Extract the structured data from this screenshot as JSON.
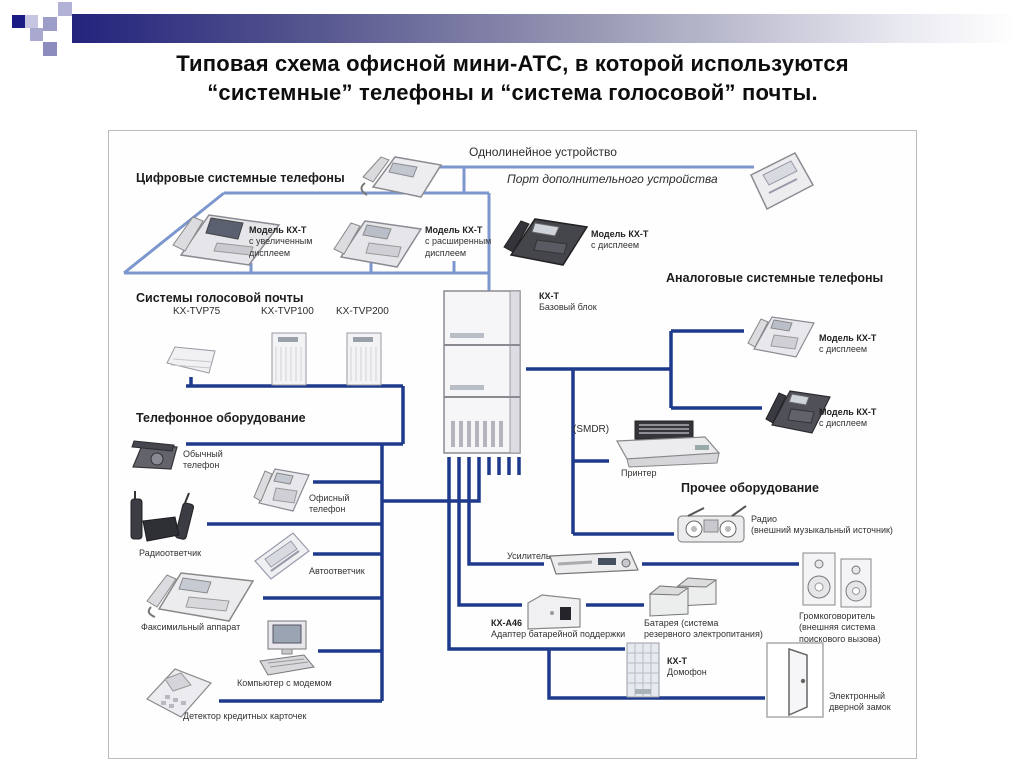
{
  "title": {
    "line1": "Типовая схема офисной мини-АТС, в которой используются",
    "line2": "“системные” телефоны и “система голосовой” почты."
  },
  "headers": {
    "digital": "Цифровые системные телефоны",
    "voicemail": "Системы голосовой почты",
    "analog": "Аналоговые системные телефоны",
    "equipment": "Телефонное оборудование",
    "other": "Прочее оборудование"
  },
  "top_labels": {
    "single_line_device": "Однолинейное устройство",
    "aux_device_port": "Порт дополнительного устройства"
  },
  "devices": {
    "kxt_enlarged": {
      "name": "Модель КХ-Т",
      "desc1": "с увеличенным",
      "desc2": "дисплеем"
    },
    "kxt_expanded": {
      "name": "Модель КХ-Т",
      "desc1": "с расширенным",
      "desc2": "дисплеем"
    },
    "kxt_display": {
      "name": "Модель КХ-Т",
      "desc1": "с дисплеем"
    },
    "tvp75": "KX-TVP75",
    "tvp100": "KX-TVP100",
    "tvp200": "KX-TVP200",
    "base_unit": {
      "name": "КХ-Т",
      "desc1": "Базовый блок"
    },
    "analog1": {
      "name": "Модель КХ-Т",
      "desc1": "с дисплеем"
    },
    "analog2": {
      "name": "Модель КХ-Т",
      "desc1": "с дисплеем"
    },
    "regular_phone": {
      "desc1": "Обычный",
      "desc2": "телефон"
    },
    "office_phone": {
      "desc1": "Офисный",
      "desc2": "телефон"
    },
    "radio_answer": "Радиоответчик",
    "answering_machine": "Автоответчик",
    "fax": "Факсимильный аппарат",
    "computer": "Компьютер с модемом",
    "card_detector": "Детектор кредитных карточек",
    "smdr": "(SMDR)",
    "printer": "Принтер",
    "radio": {
      "desc1": "Радио",
      "desc2": "(внешний музыкальный источник)"
    },
    "amplifier": "Усилитель",
    "speaker": {
      "desc1": "Громкоговоритель",
      "desc2": "(внешняя система",
      "desc3": "поискового вызова)"
    },
    "kxa46": {
      "name": "КХ-А46",
      "desc1": "Адаптер батарейной поддержки"
    },
    "battery": {
      "desc1": "Батарея (система",
      "desc2": "резервного электропитания)"
    },
    "domofon": {
      "name": "КХ-Т",
      "desc1": "Домофон"
    },
    "door_lock": {
      "desc1": "Электронный",
      "desc2": "дверной замок"
    }
  },
  "colors": {
    "line_light": "#7c97cd",
    "line_dark": "#1e3a8c",
    "bar_dark": "#23237d",
    "square_dark": "#1b1b85"
  }
}
